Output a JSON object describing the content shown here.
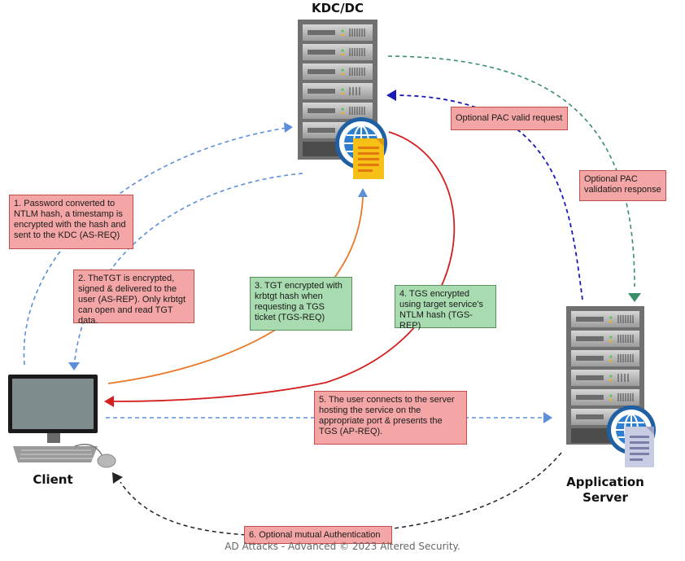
{
  "nodes": {
    "kdc": "KDC/DC",
    "client": "Client",
    "app_server_line1": "Application",
    "app_server_line2": "Server"
  },
  "notes": [
    {
      "id": "1",
      "text": "1. Password converted to NTLM hash, a timestamp is encrypted with the hash and sent to the KDC (AS-REQ)",
      "color": "red"
    },
    {
      "id": "2",
      "text": "2. TheTGT is encrypted, signed & delivered to the user (AS-REP). Only krbtgt can open and read TGT data.",
      "color": "red"
    },
    {
      "id": "3",
      "text": "3. TGT encrypted with krbtgt hash when requesting a TGS ticket (TGS-REQ)",
      "color": "green"
    },
    {
      "id": "4",
      "text": "4. TGS encrypted using target service's NTLM hash (TGS-REP)",
      "color": "green"
    },
    {
      "id": "5",
      "text": "5. The user connects to the server hosting the service on the appropriate port & presents the TGS (AP-REQ).",
      "color": "red"
    },
    {
      "id": "6",
      "text": "6. Optional mutual Authentication",
      "color": "red"
    },
    {
      "id": "pac-req",
      "text": "Optional PAC valid request",
      "color": "red"
    },
    {
      "id": "pac-resp",
      "text": "Optional PAC validation response",
      "color": "red"
    }
  ],
  "footer": "AD Attacks - Advanced © 2023 Altered Security.",
  "colors": {
    "note_red": "#f4a6a6",
    "note_green": "#a9dbb0",
    "arrow_blue_light": "#5b8fd9",
    "arrow_blue_dark": "#1a1ab8",
    "arrow_green": "#3a8f6a",
    "arrow_orange": "#e8792a",
    "arrow_red": "#d42020",
    "arrow_black": "#222222"
  }
}
